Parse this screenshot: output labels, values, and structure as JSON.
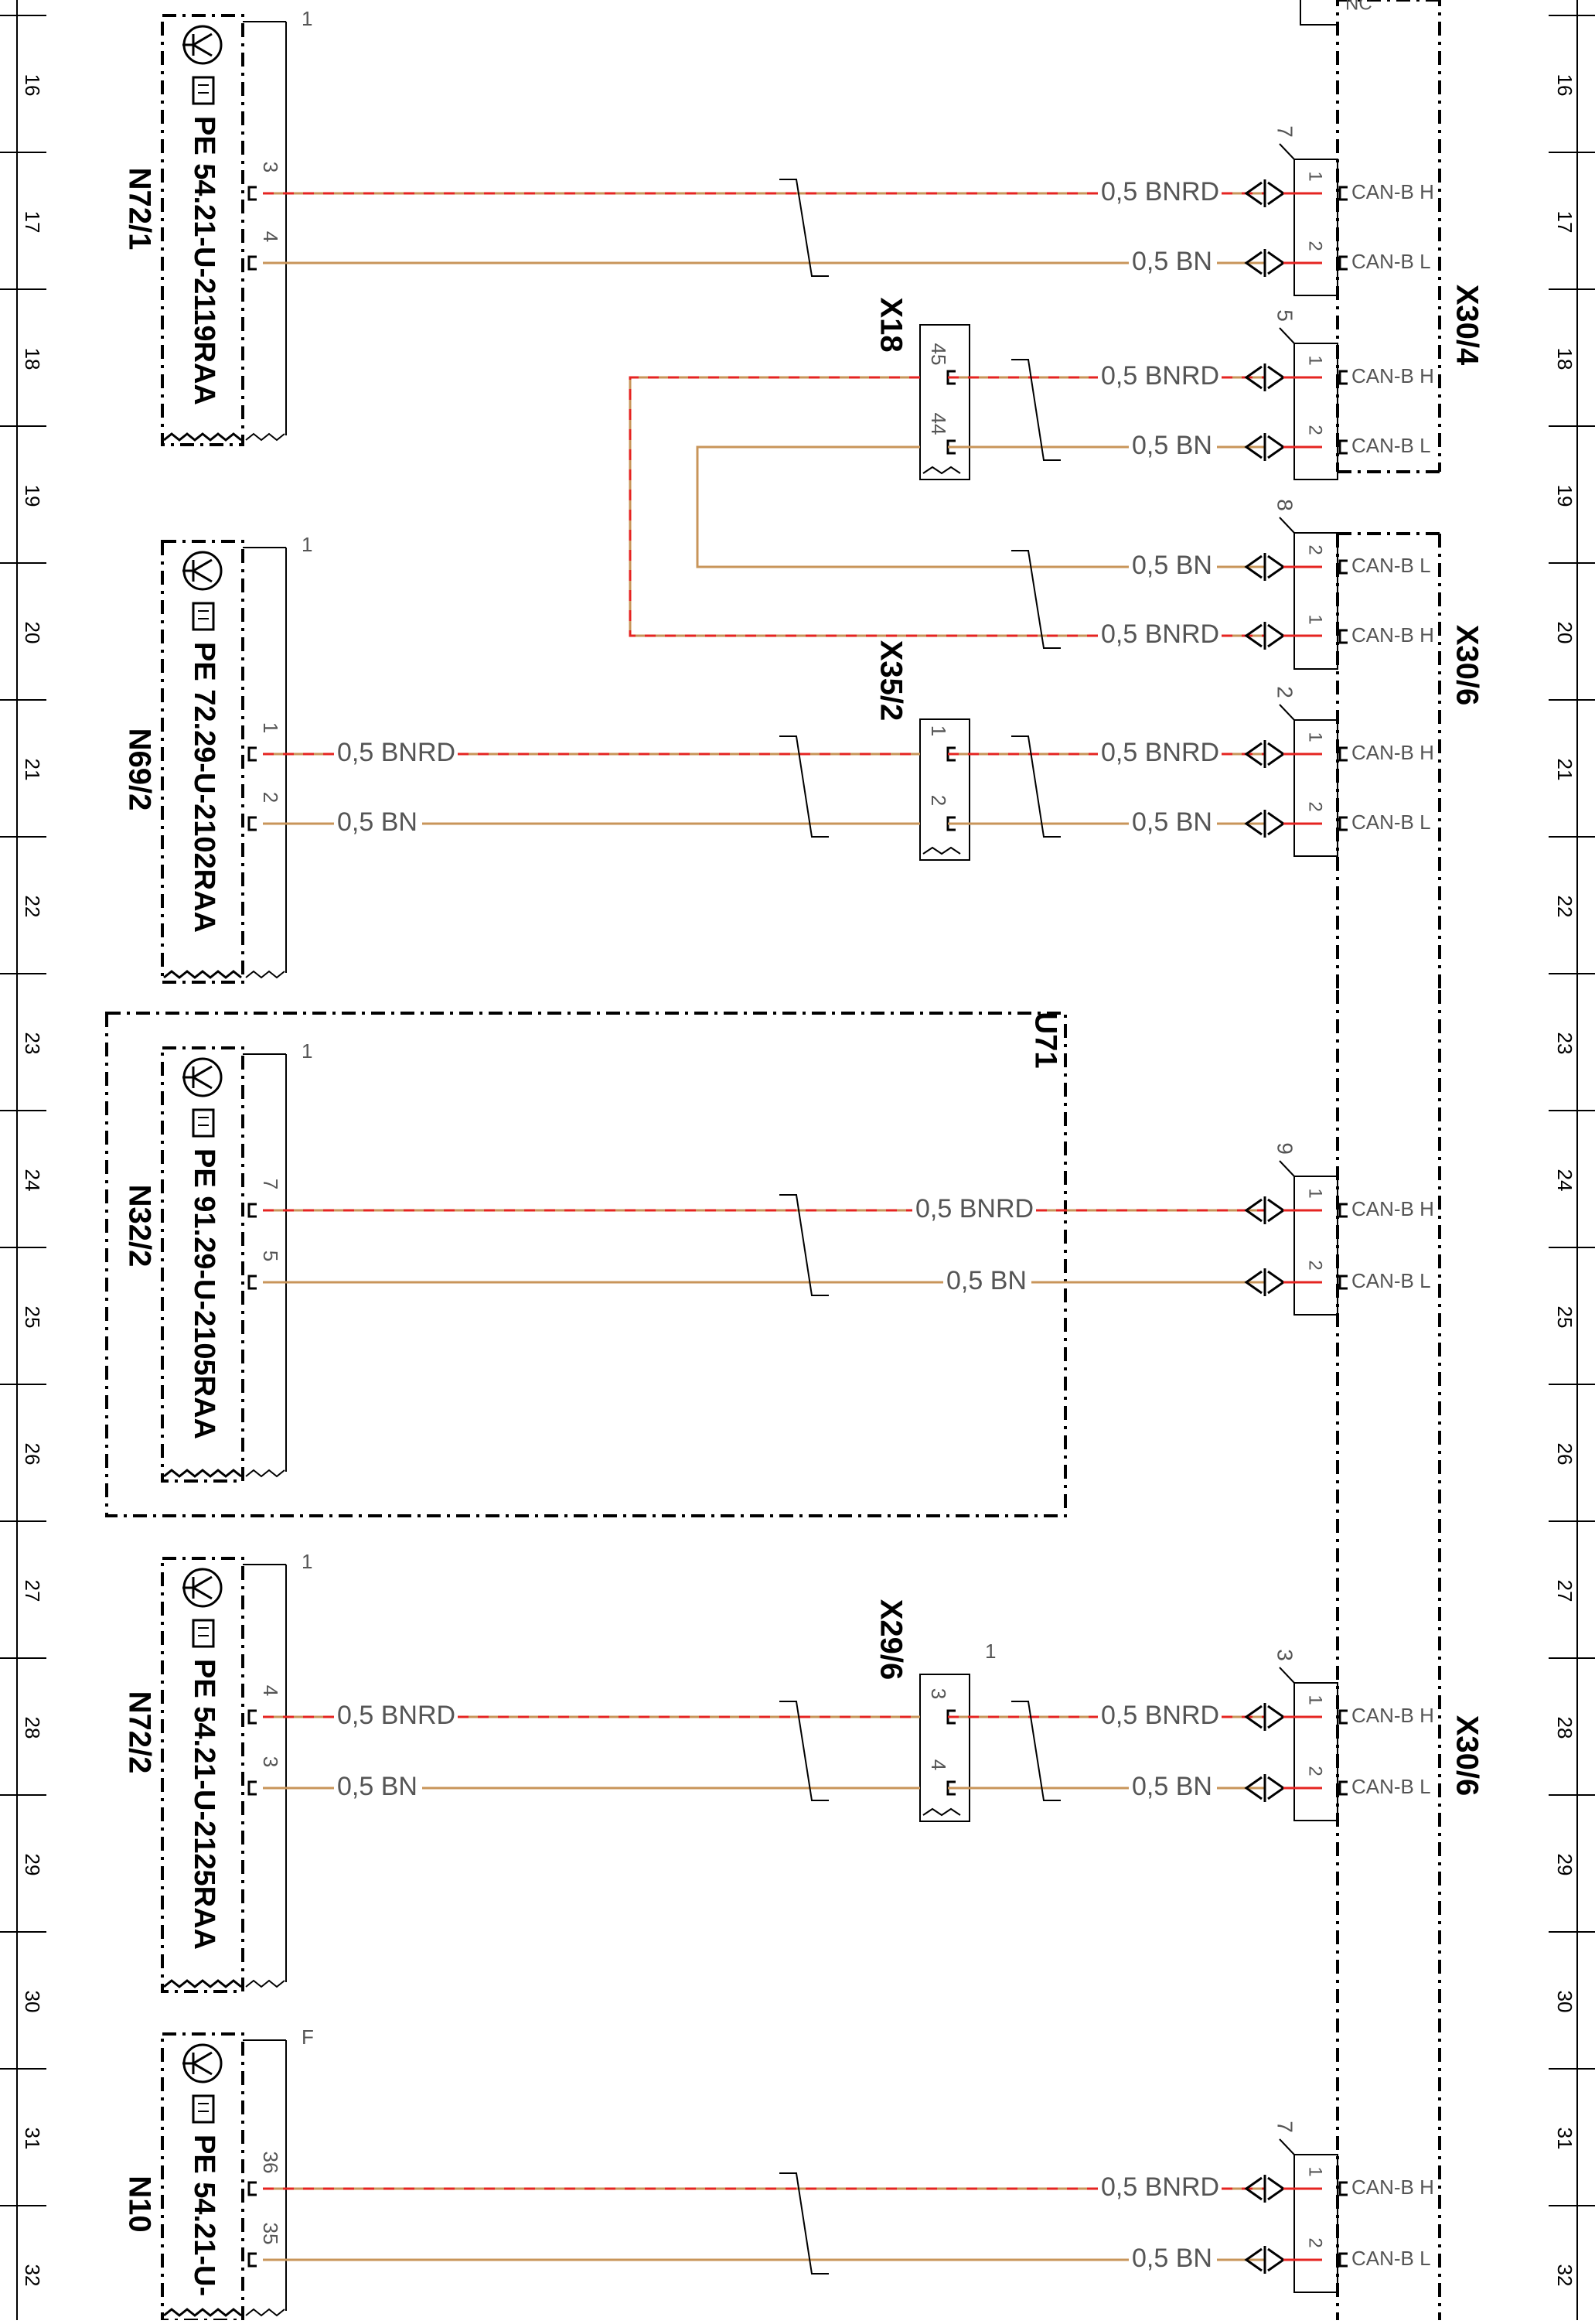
{
  "colors": {
    "ink": "#000000",
    "wire_bn": "#c8955a",
    "wire_rd": "#e52421",
    "label_gray": "#555555"
  },
  "ruler": {
    "row_numbers": [
      "16",
      "17",
      "18",
      "19",
      "20",
      "21",
      "22",
      "23",
      "24",
      "25",
      "26",
      "27",
      "28",
      "29",
      "30",
      "31",
      "32"
    ]
  },
  "icons": {
    "module": "transistor-symbol-icon",
    "doc": "hand-document-icon"
  },
  "modules": [
    {
      "id": "N72/1",
      "doc": "PE 54.21-U-2119RAA",
      "corner": "1",
      "pin_top": "3",
      "pin_bottom": "4"
    },
    {
      "id": "N69/2",
      "doc": "PE 72.29-U-2102RAA",
      "corner": "1",
      "pin_top": "1",
      "pin_bottom": "2"
    },
    {
      "id": "N32/2",
      "doc": "PE 91.29-U-2105RAA",
      "corner": "1",
      "pin_top": "7",
      "pin_bottom": "5"
    },
    {
      "id": "N72/2",
      "doc": "PE 54.21-U-2125RAA",
      "corner": "1",
      "pin_top": "4",
      "pin_bottom": "3"
    },
    {
      "id": "N10",
      "doc": "PE 54.21-U-",
      "corner": "F",
      "pin_top": "36",
      "pin_bottom": "35"
    }
  ],
  "wire_labels": {
    "bnrd": "0,5 BNRD",
    "bn": "0,5 BN"
  },
  "inline_connectors": [
    {
      "id": "X18",
      "pin_top": "45",
      "pin_bottom": "44",
      "corner": ""
    },
    {
      "id": "X35/2",
      "pin_top": "1",
      "pin_bottom": "2",
      "corner": ""
    },
    {
      "id": "X29/6",
      "pin_top": "3",
      "pin_bottom": "4",
      "corner": "1"
    }
  ],
  "enclosure": {
    "id": "U71"
  },
  "can_connectors": [
    {
      "num": "7",
      "pin_a": "1",
      "sig_a": "CAN-B H",
      "pin_b": "2",
      "sig_b": "CAN-B L"
    },
    {
      "num": "5",
      "pin_a": "1",
      "sig_a": "CAN-B H",
      "pin_b": "2",
      "sig_b": "CAN-B L"
    },
    {
      "num": "8",
      "pin_a": "2",
      "sig_a": "CAN-B L",
      "pin_b": "1",
      "sig_b": "CAN-B H"
    },
    {
      "num": "2",
      "pin_a": "1",
      "sig_a": "CAN-B H",
      "pin_b": "2",
      "sig_b": "CAN-B L"
    },
    {
      "num": "9",
      "pin_a": "1",
      "sig_a": "CAN-B H",
      "pin_b": "2",
      "sig_b": "CAN-B L"
    },
    {
      "num": "3",
      "pin_a": "1",
      "sig_a": "CAN-B H",
      "pin_b": "2",
      "sig_b": "CAN-B L"
    },
    {
      "num": "7",
      "pin_a": "1",
      "sig_a": "CAN-B H",
      "pin_b": "2",
      "sig_b": "CAN-B L"
    }
  ],
  "busbars": [
    {
      "id": "X30/4",
      "nc_label": "NC"
    },
    {
      "id": "X30/6"
    },
    {
      "id": "X30/6"
    }
  ]
}
